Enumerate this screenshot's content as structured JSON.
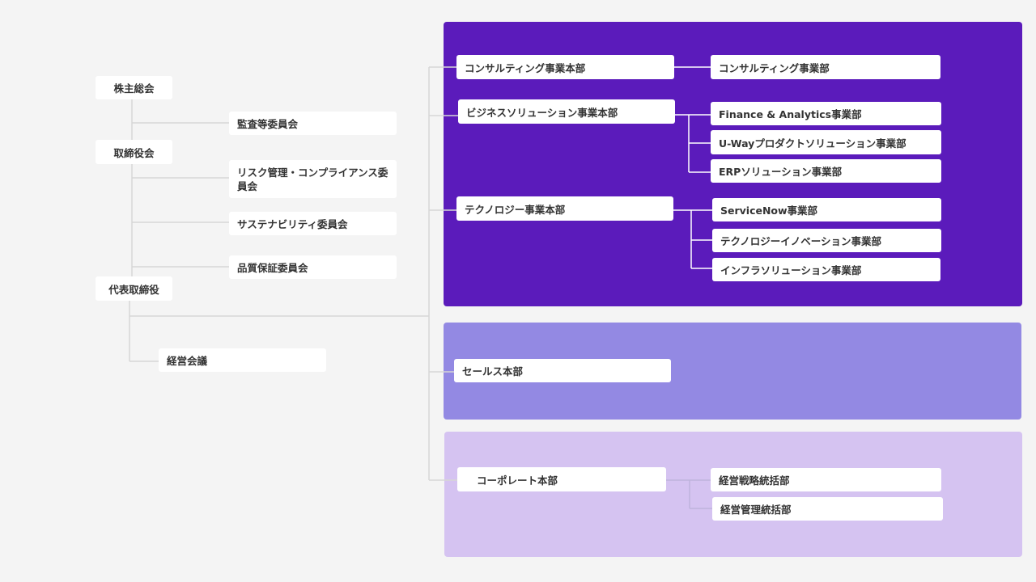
{
  "colors": {
    "background": "#f4f4f4",
    "panel_dark": "#5b1bbb",
    "panel_mid": "#9389e3",
    "panel_light": "#d5c3f1",
    "connector_gray": "#d6d6d6",
    "box": "#ffffff",
    "text": "#333333"
  },
  "governance": {
    "shareholders": "株主総会",
    "audit_committee": "監査等委員会",
    "board": "取締役会",
    "risk_committee": "リスク管理・コンプライアンス委員会",
    "sustainability_committee": "サステナビリティ委員会",
    "quality_committee": "品質保証委員会",
    "representative": "代表取締役",
    "management_meeting": "経営会議"
  },
  "divisions": {
    "consulting": {
      "label": "コンサルティング事業本部",
      "units": [
        "コンサルティング事業部"
      ]
    },
    "business_solution": {
      "label": "ビジネスソリューション事業本部",
      "units": [
        "Finance & Analytics事業部",
        "U-Wayプロダクトソリューション事業部",
        "ERPソリューション事業部"
      ]
    },
    "technology": {
      "label": "テクノロジー事業本部",
      "units": [
        "ServiceNow事業部",
        "テクノロジーイノベーション事業部",
        "インフラソリューション事業部"
      ]
    },
    "sales": {
      "label": "セールス本部",
      "units": []
    },
    "corporate": {
      "label": "コーポレート本部",
      "units": [
        "経営戦略統括部",
        "経営管理統括部"
      ]
    }
  }
}
